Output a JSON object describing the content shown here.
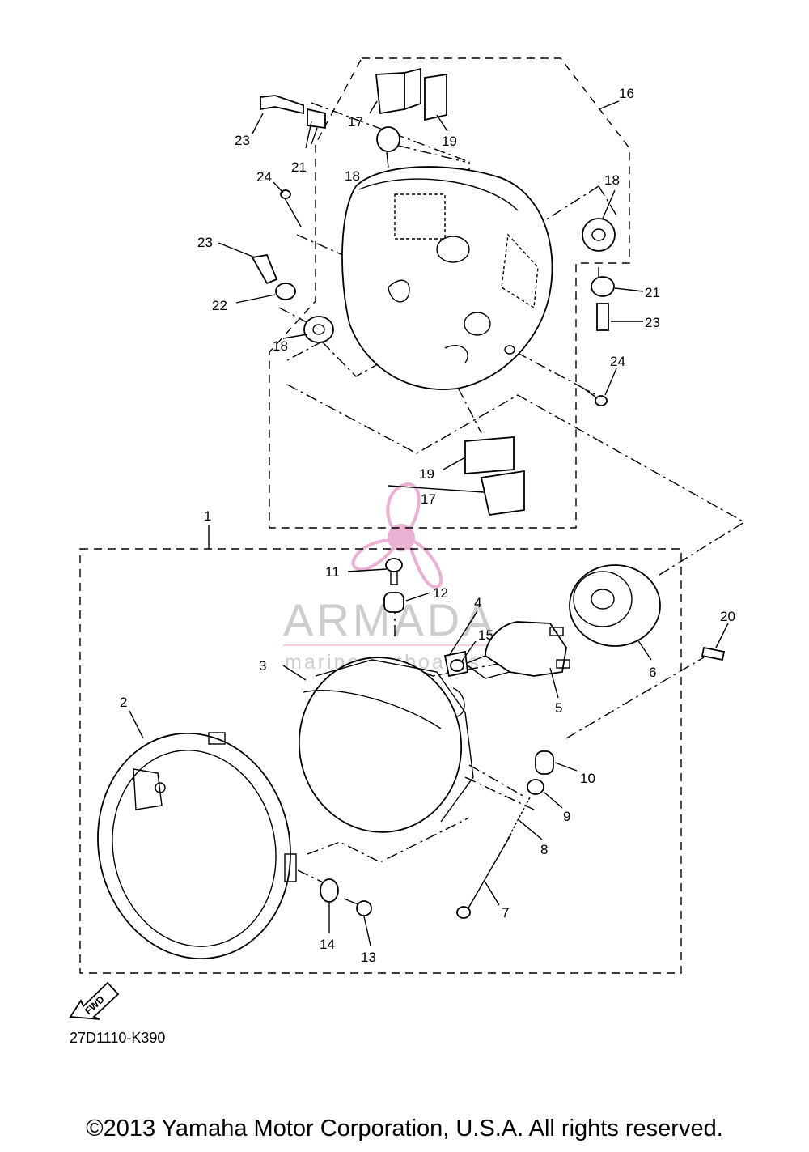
{
  "diagram_code": "27D1110-K390",
  "copyright": "©2013 Yamaha Motor Corporation, U.S.A. All rights reserved.",
  "watermark": {
    "brand": "ARMADA",
    "tagline": "marine outboards",
    "color": "#e9a9cf"
  },
  "fwd_label": "FWD",
  "callouts": {
    "c1": "1",
    "c2": "2",
    "c3": "3",
    "c4": "4",
    "c5": "5",
    "c6": "6",
    "c7": "7",
    "c8": "8",
    "c9": "9",
    "c10": "10",
    "c11": "11",
    "c12": "12",
    "c13": "13",
    "c14": "14",
    "c15": "15",
    "c16": "16",
    "c17a": "17",
    "c17b": "17",
    "c18a": "18",
    "c18b": "18",
    "c18c": "18",
    "c19a": "19",
    "c19b": "19",
    "c20": "20",
    "c21a": "21",
    "c21b": "21",
    "c22": "22",
    "c23a": "23",
    "c23b": "23",
    "c23c": "23",
    "c24a": "24",
    "c24b": "24"
  }
}
